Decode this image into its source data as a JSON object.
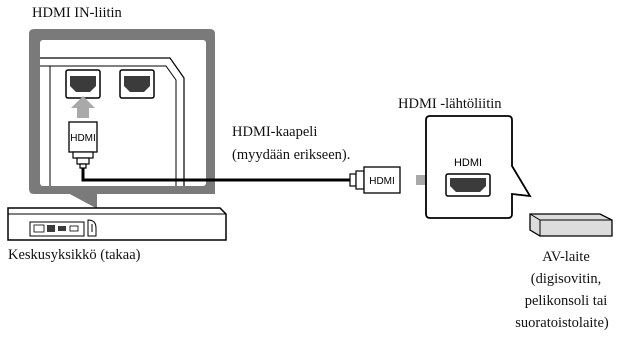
{
  "labels": {
    "hdmi_in": "HDMI IN-liitin",
    "hdmi_out": "HDMI -lähtöliitin",
    "cable_line1": "HDMI-kaapeli",
    "cable_line2": "(myydään erikseen).",
    "main_unit": "Keskusyksikkö (takaa)",
    "av_line1": "AV-laite",
    "av_line2": "(digisovitin,",
    "av_line3": "pelikonsoli tai",
    "av_line4": "suoratoistolaite)"
  },
  "connector_text": {
    "plug_vertical": "HDMI",
    "plug_horizontal": "HDMI",
    "port_device": "HDMI"
  },
  "colors": {
    "line": "#000000",
    "arrow": "#a9a9a9",
    "panel_gray": "#7a7a7a",
    "port_fill": "#3b3b3b",
    "device_fill": "#dcdcdc"
  }
}
